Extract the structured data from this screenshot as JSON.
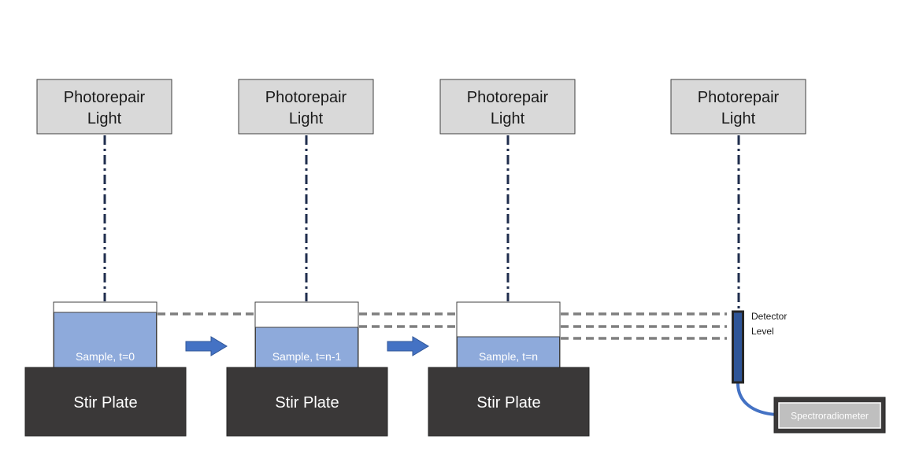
{
  "stations": [
    {
      "light_line1": "Photorepair",
      "light_line2": "Light",
      "sample_label": "Sample, t=0",
      "plate_label": "Stir Plate",
      "fill_level": 0.83
    },
    {
      "light_line1": "Photorepair",
      "light_line2": "Light",
      "sample_label": "Sample, t=n-1",
      "plate_label": "Stir Plate",
      "fill_level": 0.62
    },
    {
      "light_line1": "Photorepair",
      "light_line2": "Light",
      "sample_label": "Sample, t=n",
      "plate_label": "Stir Plate",
      "fill_level": 0.48
    }
  ],
  "detector": {
    "light_line1": "Photorepair",
    "light_line2": "Light",
    "label_line1": "Detector",
    "label_line2": "Level",
    "instrument_label": "Spectroradiometer"
  },
  "colors": {
    "light_box": "#d9d9d9",
    "beam": "#1f2d4d",
    "sample": "#8eaadb",
    "plate": "#3a3838",
    "arrow": "#4472c4",
    "level_line": "#7f7f7f",
    "detector": "#2f5597",
    "spec_box": "#bfbfbf"
  }
}
